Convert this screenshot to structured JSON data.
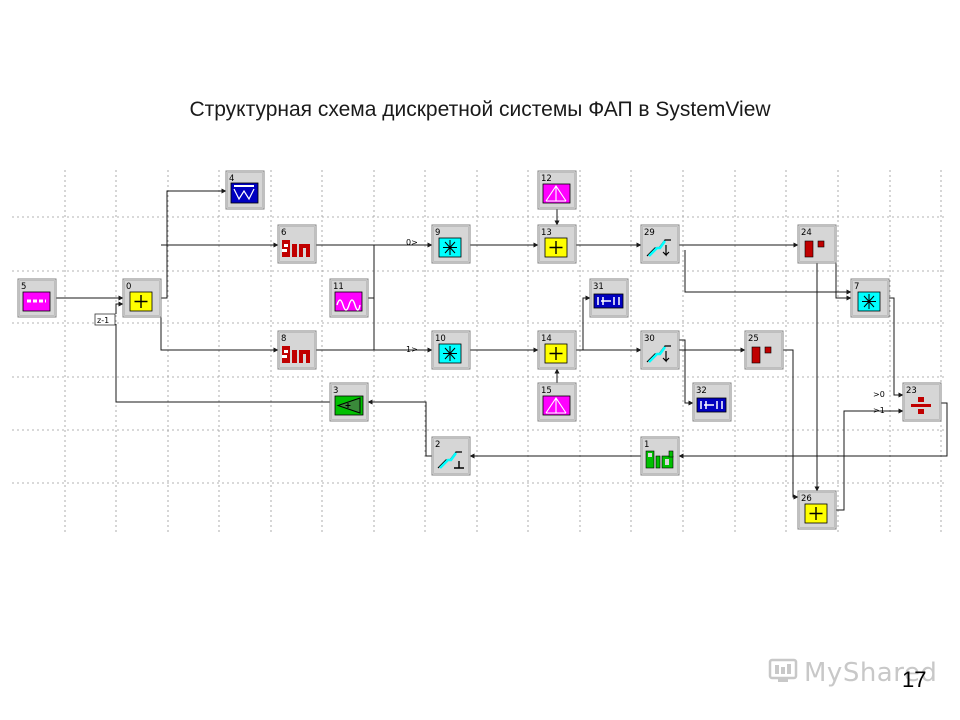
{
  "title": "Структурная схема дискретной системы ФАП в SystemView",
  "page_number": "17",
  "watermark": "MyShared",
  "colors": {
    "grid": "#9a9a9a",
    "wire": "#1a1a1a",
    "block_frame": "#b8b8b8",
    "magenta": "#ff00ff",
    "yellow": "#ffff00",
    "cyan": "#00ffff",
    "green": "#00c000",
    "dark_red": "#c00000",
    "blue": "#0000c0"
  },
  "blocks": [
    {
      "id": "5",
      "kind": "source",
      "icon": "dashed-pulse-icon"
    },
    {
      "id": "0",
      "kind": "adder",
      "icon": "plus-icon"
    },
    {
      "id": "4",
      "kind": "sink",
      "icon": "scope-icon"
    },
    {
      "id": "6",
      "kind": "function",
      "icon": "sin-icon"
    },
    {
      "id": "8",
      "kind": "function",
      "icon": "sin-icon"
    },
    {
      "id": "11",
      "kind": "source",
      "icon": "sinusoid-source-icon"
    },
    {
      "id": "9",
      "kind": "multiplier",
      "icon": "multiply-icon"
    },
    {
      "id": "10",
      "kind": "multiplier",
      "icon": "multiply-icon"
    },
    {
      "id": "12",
      "kind": "source",
      "icon": "noise-icon"
    },
    {
      "id": "13",
      "kind": "adder",
      "icon": "plus-icon"
    },
    {
      "id": "14",
      "kind": "adder",
      "icon": "plus-icon"
    },
    {
      "id": "15",
      "kind": "source",
      "icon": "noise-icon"
    },
    {
      "id": "29",
      "kind": "sampler",
      "icon": "sampler-icon"
    },
    {
      "id": "30",
      "kind": "sampler",
      "icon": "sampler-icon"
    },
    {
      "id": "31",
      "kind": "sink",
      "icon": "analyzer-icon"
    },
    {
      "id": "32",
      "kind": "sink",
      "icon": "analyzer-icon"
    },
    {
      "id": "24",
      "kind": "function",
      "icon": "bar-icon"
    },
    {
      "id": "25",
      "kind": "function",
      "icon": "bar-icon"
    },
    {
      "id": "7",
      "kind": "multiplier",
      "icon": "multiply-icon"
    },
    {
      "id": "23",
      "kind": "divider",
      "icon": "divide-icon"
    },
    {
      "id": "26",
      "kind": "adder",
      "icon": "plus-icon"
    },
    {
      "id": "3",
      "kind": "gain",
      "icon": "gain-icon"
    },
    {
      "id": "2",
      "kind": "sampler",
      "icon": "hold-icon"
    },
    {
      "id": "1",
      "kind": "controller",
      "icon": "pid-icon"
    }
  ],
  "port_labels": {
    "z_delay": "z-1",
    "b9_in0": "0>",
    "b10_in1": "1>",
    "b23_in0": ">0",
    "b23_in1": ">1"
  }
}
